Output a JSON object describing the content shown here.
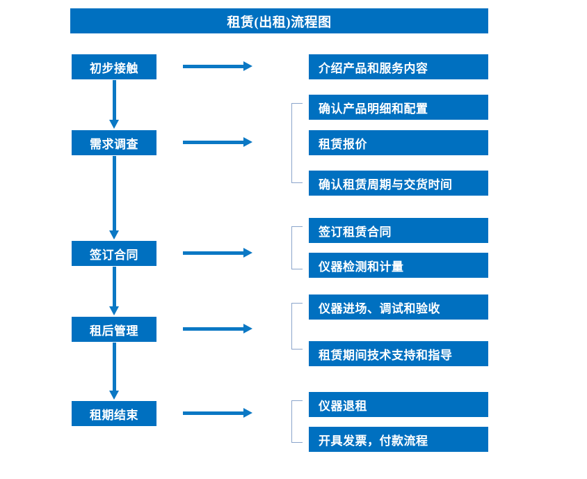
{
  "chart_data": {
    "type": "diagram",
    "diagram_type": "flowchart",
    "title": "租赁(出租)流程图",
    "orientation": "vertical-stages-with-right-detail-lists",
    "colors": {
      "box_fill": "#0070C0",
      "box_text": "#FFFFFF",
      "arrow": "#0B78C4",
      "bracket": "#8AA4CB",
      "background": "#FFFFFF"
    },
    "stages": [
      {
        "id": "stage-1",
        "label": "初步接触",
        "details": [
          "介绍产品和服务内容"
        ],
        "has_bracket": false
      },
      {
        "id": "stage-2",
        "label": "需求调查",
        "details": [
          "确认产品明细和配置",
          "租赁报价",
          "确认租赁周期与交货时间"
        ],
        "has_bracket": true
      },
      {
        "id": "stage-3",
        "label": "签订合同",
        "details": [
          "签订租赁合同",
          "仪器检测和计量"
        ],
        "has_bracket": true
      },
      {
        "id": "stage-4",
        "label": "租后管理",
        "details": [
          "仪器进场、调试和验收",
          "租赁期间技术支持和指导"
        ],
        "has_bracket": true
      },
      {
        "id": "stage-5",
        "label": "租期结束",
        "details": [
          "仪器退租",
          "开具发票，付款流程"
        ],
        "has_bracket": true
      }
    ],
    "flow_sequence": [
      "初步接触",
      "需求调查",
      "签订合同",
      "租后管理",
      "租期结束"
    ],
    "stage_count": 5,
    "detail_count": 10
  },
  "title": {
    "text": "租赁(出租)流程图"
  },
  "stages": [
    {
      "label": "初步接触"
    },
    {
      "label": "需求调查"
    },
    {
      "label": "签订合同"
    },
    {
      "label": "租后管理"
    },
    {
      "label": "租期结束"
    }
  ],
  "details": [
    {
      "label": "介绍产品和服务内容"
    },
    {
      "label": "确认产品明细和配置"
    },
    {
      "label": "租赁报价"
    },
    {
      "label": "确认租赁周期与交货时间"
    },
    {
      "label": "签订租赁合同"
    },
    {
      "label": "仪器检测和计量"
    },
    {
      "label": "仪器进场、调试和验收"
    },
    {
      "label": "租赁期间技术支持和指导"
    },
    {
      "label": "仪器退租"
    },
    {
      "label": "开具发票，付款流程"
    }
  ]
}
